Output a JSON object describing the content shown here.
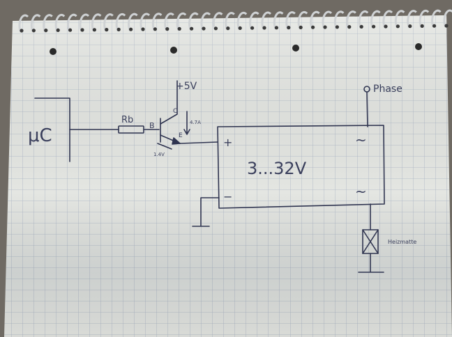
{
  "colors": {
    "ink": "#2f3450",
    "paper": "#e4e6e2",
    "grid": "#a9b3c4",
    "desk": "#6f6a63",
    "coil": "#cfd2d4"
  },
  "labels": {
    "microcontroller": "μC",
    "base_resistor": "Rb",
    "supply": "+5V",
    "collector": "C",
    "base": "B",
    "emitter": "E",
    "current_note": "4.7A",
    "base_voltage_note": "1.4V",
    "plus": "+",
    "minus": "−",
    "range": "3...32V",
    "ac_top": "~",
    "ac_bottom": "~",
    "phase": "Phase",
    "heater": "Heizmatte"
  }
}
